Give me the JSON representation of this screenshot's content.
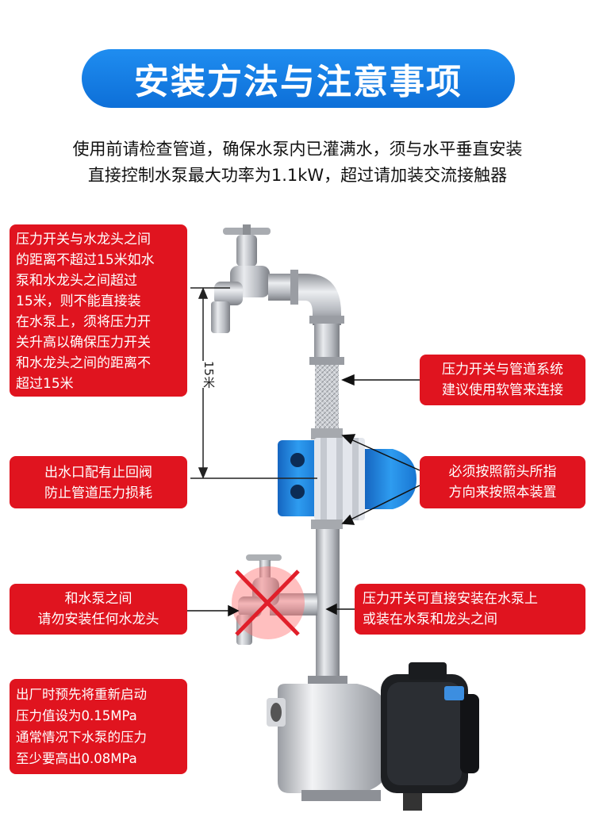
{
  "title": "安装方法与注意事项",
  "intro": {
    "line1": "使用前请检查管道，确保水泵内已灌满水，须与水平垂直安装",
    "line2": "直接控制水泵最大功率为1.1kW，超过请加装交流接触器"
  },
  "notes": {
    "left_top": [
      "压力开关与水龙头之间",
      "的距离不超过15米如水",
      "泵和水龙头之间超过",
      "15米，则不能直接装",
      "在水泵上，须将压力开",
      "关升高以确保压力开关",
      "和水龙头之间的距离不",
      "超过15米"
    ],
    "left_mid": [
      "出水口配有止回阀",
      "防止管道压力损耗"
    ],
    "left_tap": [
      "和水泵之间",
      "请勿安装任何水龙头"
    ],
    "left_bottom": [
      "出厂时预先将重新启动",
      "压力值设为0.15MPa",
      "通常情况下水泵的压力",
      "至少要高出0.08MPa"
    ],
    "right_top": [
      "压力开关与管道系统",
      "建议使用软管来连接"
    ],
    "right_mid": [
      "必须按照箭头所指",
      "方向来按照本装置"
    ],
    "right_low": [
      "压力开关可直接安装在水泵上",
      "或装在水泵和龙头之间"
    ]
  },
  "dimension": "15米",
  "colors": {
    "title_blue": "#1279e0",
    "note_red": "#e0141f",
    "switch_blue": "#1e88e5",
    "steel": "#b9bcc2"
  }
}
